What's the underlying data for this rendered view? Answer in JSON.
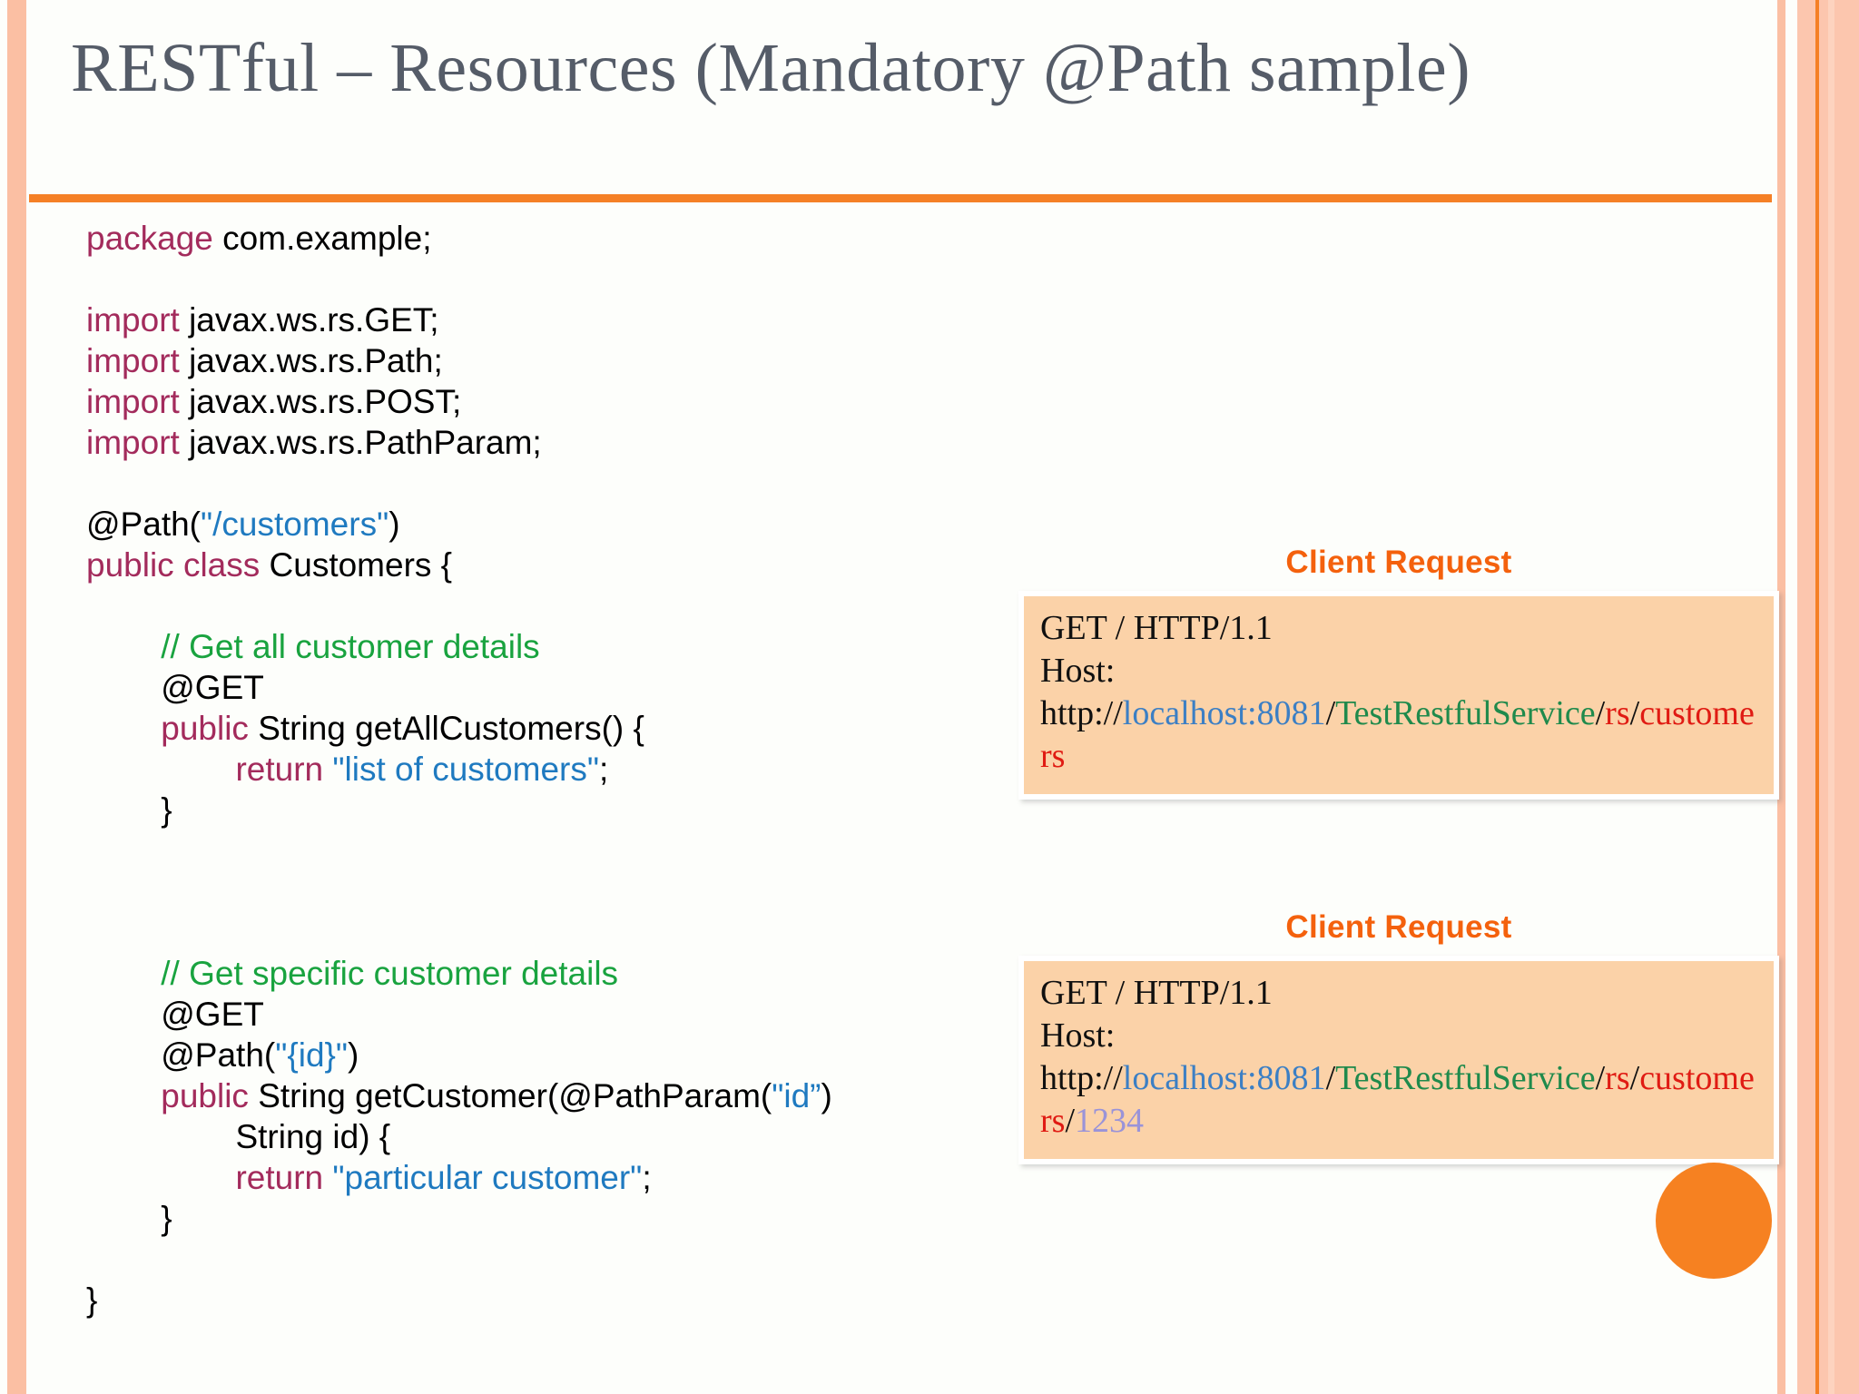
{
  "slide": {
    "background_color": "#fdfefb",
    "accent_color": "#f58026",
    "title_color": "#555c68",
    "title": "RESTful – Resources (Mandatory @Path sample)"
  },
  "code": {
    "language": "java",
    "lines": [
      {
        "segments": [
          {
            "t": "package ",
            "c": "kw"
          },
          {
            "t": "com.example;",
            "c": "plain"
          }
        ]
      },
      {
        "segments": []
      },
      {
        "segments": [
          {
            "t": "import ",
            "c": "kw"
          },
          {
            "t": "javax.ws.rs.GET;",
            "c": "plain"
          }
        ]
      },
      {
        "segments": [
          {
            "t": "import ",
            "c": "kw"
          },
          {
            "t": "javax.ws.rs.Path;",
            "c": "plain"
          }
        ]
      },
      {
        "segments": [
          {
            "t": "import ",
            "c": "kw"
          },
          {
            "t": "javax.ws.rs.POST;",
            "c": "plain"
          }
        ]
      },
      {
        "segments": [
          {
            "t": "import ",
            "c": "kw"
          },
          {
            "t": "javax.ws.rs.PathParam;",
            "c": "plain"
          }
        ]
      },
      {
        "segments": []
      },
      {
        "segments": [
          {
            "t": "@Path(",
            "c": "plain"
          },
          {
            "t": "\"/customers\"",
            "c": "str"
          },
          {
            "t": ")",
            "c": "plain"
          }
        ]
      },
      {
        "segments": [
          {
            "t": "public class ",
            "c": "kw"
          },
          {
            "t": "Customers {",
            "c": "plain"
          }
        ]
      },
      {
        "segments": []
      },
      {
        "segments": [
          {
            "t": "        // Get all customer details",
            "c": "cmt"
          }
        ]
      },
      {
        "segments": [
          {
            "t": "        @GET",
            "c": "plain"
          }
        ]
      },
      {
        "segments": [
          {
            "t": "        public ",
            "c": "kw"
          },
          {
            "t": "String getAllCustomers() {",
            "c": "plain"
          }
        ]
      },
      {
        "segments": [
          {
            "t": "                return ",
            "c": "kw"
          },
          {
            "t": "\"list of customers\"",
            "c": "str"
          },
          {
            "t": ";",
            "c": "plain"
          }
        ]
      },
      {
        "segments": [
          {
            "t": "        }",
            "c": "plain"
          }
        ]
      },
      {
        "segments": []
      },
      {
        "segments": []
      },
      {
        "segments": []
      },
      {
        "segments": [
          {
            "t": "        // Get specific customer details",
            "c": "cmt"
          }
        ]
      },
      {
        "segments": [
          {
            "t": "        @GET",
            "c": "plain"
          }
        ]
      },
      {
        "segments": [
          {
            "t": "        @Path(",
            "c": "plain"
          },
          {
            "t": "\"{id}\"",
            "c": "str"
          },
          {
            "t": ")",
            "c": "plain"
          }
        ]
      },
      {
        "segments": [
          {
            "t": "        public ",
            "c": "kw"
          },
          {
            "t": "String getCustomer(@PathParam(",
            "c": "plain"
          },
          {
            "t": "\"id”",
            "c": "str"
          },
          {
            "t": ")",
            "c": "plain"
          }
        ]
      },
      {
        "segments": [
          {
            "t": "                String id) {",
            "c": "plain"
          }
        ]
      },
      {
        "segments": [
          {
            "t": "                return ",
            "c": "kw"
          },
          {
            "t": "\"particular customer\"",
            "c": "str"
          },
          {
            "t": ";",
            "c": "plain"
          }
        ]
      },
      {
        "segments": [
          {
            "t": "        }",
            "c": "plain"
          }
        ]
      },
      {
        "segments": []
      },
      {
        "segments": [
          {
            "t": "}",
            "c": "plain"
          }
        ]
      }
    ]
  },
  "requests": [
    {
      "heading": "Client Request",
      "segments": [
        {
          "t": "GET / HTTP/1.1\nHost:\nhttp://",
          "c": "c-black"
        },
        {
          "t": "localhost:8081",
          "c": "c-blue"
        },
        {
          "t": "/",
          "c": "c-black"
        },
        {
          "t": "TestRestfulService",
          "c": "c-green"
        },
        {
          "t": "/",
          "c": "c-black"
        },
        {
          "t": "rs",
          "c": "c-red"
        },
        {
          "t": "/",
          "c": "c-black"
        },
        {
          "t": "customers",
          "c": "c-red"
        }
      ]
    },
    {
      "heading": "Client Request",
      "segments": [
        {
          "t": "GET / HTTP/1.1\nHost:\nhttp://",
          "c": "c-black"
        },
        {
          "t": "localhost:8081",
          "c": "c-blue"
        },
        {
          "t": "/",
          "c": "c-black"
        },
        {
          "t": "TestRestfulService",
          "c": "c-green"
        },
        {
          "t": "/",
          "c": "c-black"
        },
        {
          "t": "rs",
          "c": "c-red"
        },
        {
          "t": "/",
          "c": "c-black"
        },
        {
          "t": "customers",
          "c": "c-red"
        },
        {
          "t": "/",
          "c": "c-black"
        },
        {
          "t": "1234",
          "c": "c-purple"
        }
      ]
    }
  ],
  "decor": {
    "accent_dot_color": "#f68121",
    "stripe_color": "#fbbfa3",
    "stripe_color_light": "#fdd3bf",
    "stripe_accent": "#f58025"
  }
}
